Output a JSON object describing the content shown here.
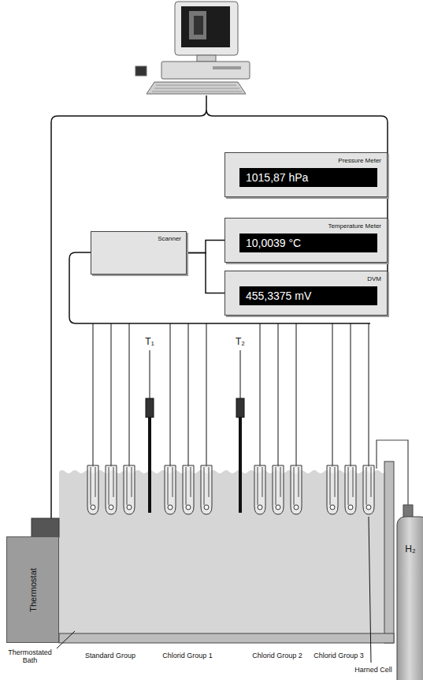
{
  "diagram": {
    "nodes": [
      {
        "text": [
          "Pressure Meter",
          "1015,87 hPa"
        ]
      },
      {
        "text": [
          "Temperature Meter",
          "10,0039 °C"
        ]
      },
      {
        "text": [
          "Scanner"
        ]
      },
      {
        "text": [
          "DVM",
          "455,3375 mV"
        ]
      },
      {
        "text": [
          "Thermostat"
        ]
      }
    ],
    "edges": [
      {
        "from": 2,
        "to": 1,
        "arrow": "none"
      },
      {
        "from": 2,
        "to": 3,
        "arrow": "none"
      }
    ],
    "labels": [
      "T₁",
      "T₂",
      "Standard Group",
      "Chlorid Group 1",
      "Chlorid Group 2",
      "Chlorid Group 3",
      "Thermostated Bath",
      "Harned Cell",
      "H₂"
    ]
  }
}
